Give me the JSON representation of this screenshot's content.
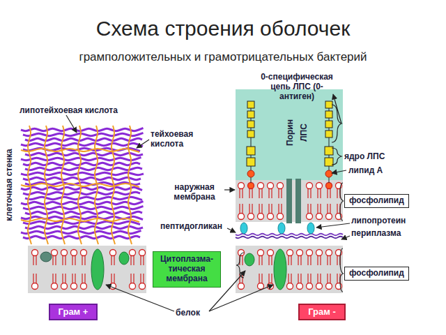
{
  "diagram": {
    "title": "Схема строения оболочек",
    "caption": "грамположительных и грамотрицательных бактерий",
    "nodes": [
      {
        "text": [
          "Цитоплазма- тическая мембрана"
        ]
      },
      {
        "text": [
          "Грам +"
        ]
      },
      {
        "text": [
          "Грам -"
        ]
      },
      {
        "text": [
          "фосфолипид"
        ]
      },
      {
        "text": [
          "фосфолипид"
        ]
      }
    ],
    "labels": [
      "липотейхоевая кислота",
      "тейхоевая кислота",
      "клеточная стенка",
      "наружная мембрана",
      "пептидогликан",
      "белок",
      "0-специфическая цепь ЛПС (0-антиген)",
      "Порин",
      "ЛПС",
      "ядро ЛПС",
      "липид А",
      "липопротеин",
      "периплазма"
    ]
  }
}
